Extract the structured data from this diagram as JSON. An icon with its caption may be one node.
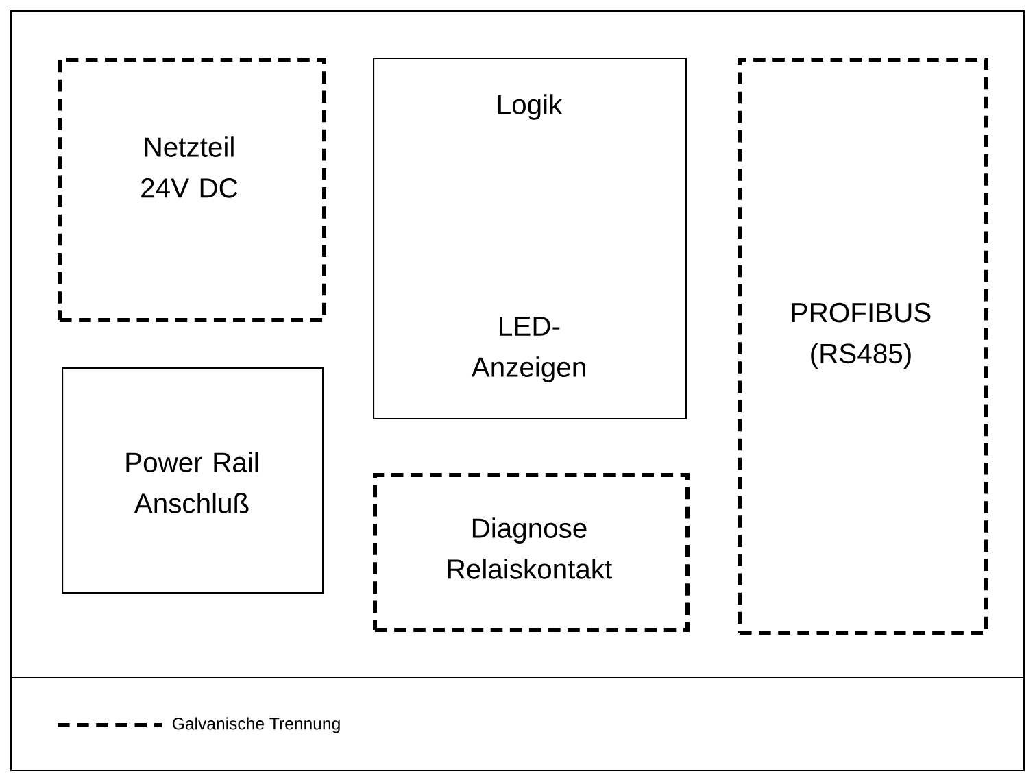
{
  "diagram": {
    "nodes": [
      {
        "text": [
          "Netzteil 24V DC"
        ]
      },
      {
        "text": [
          "Logik",
          "LED-Anzeigen"
        ]
      },
      {
        "text": [
          "PROFIBUS (RS485)"
        ]
      },
      {
        "text": [
          "Power Rail Anschluß"
        ]
      },
      {
        "text": [
          "Diagnose Relaiskontakt"
        ]
      }
    ],
    "legend": [
      {
        "text": "Galvanische Trennung"
      }
    ]
  }
}
